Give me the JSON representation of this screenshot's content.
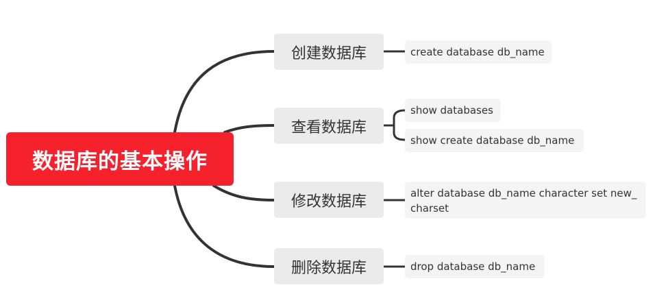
{
  "root": {
    "label": "数据库的基本操作"
  },
  "branches": [
    {
      "label": "创建数据库",
      "leaves": [
        "create database db_name"
      ]
    },
    {
      "label": "查看数据库",
      "leaves": [
        "show databases",
        "show create database db_name"
      ]
    },
    {
      "label": "修改数据库",
      "leaves": [
        "alter database db_name character set new_charset"
      ]
    },
    {
      "label": "删除数据库",
      "leaves": [
        "drop database db_name"
      ]
    }
  ],
  "colors": {
    "root_fill": "#f5222d",
    "root_text": "#ffffff",
    "branch_fill": "#ebebeb",
    "leaf_fill": "#f4f4f4",
    "text": "#333333",
    "connector": "#333333"
  }
}
